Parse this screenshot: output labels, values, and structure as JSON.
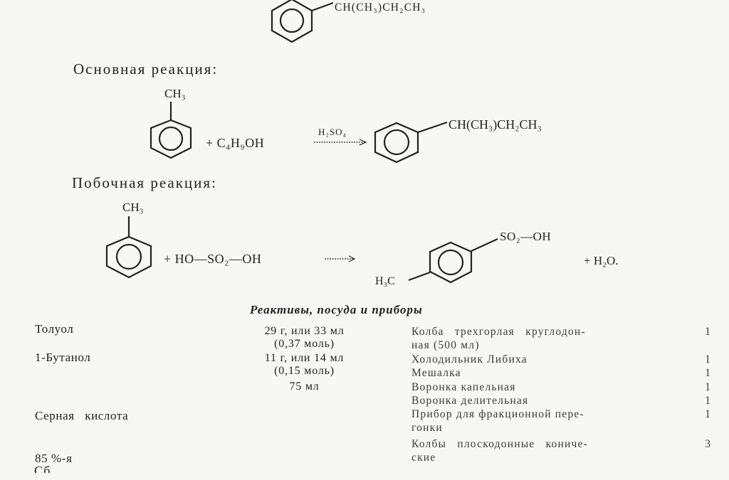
{
  "top_product": {
    "substituent": "CH(CH₃)CH₂CH₃"
  },
  "main_reaction": {
    "heading": "Основная реакция:",
    "reactant_methyl": "CH₃",
    "reagent": "+ C₄H₉OH",
    "catalyst": "H₂SO₄",
    "product_substituent": "CH(CH₃)CH₂CH₃"
  },
  "side_reaction": {
    "heading": "Побочная реакция:",
    "reactant_methyl": "CH₃",
    "reagent": "+ HO—SO₂—OH",
    "product_sulfo": "SO₂—OH",
    "product_methyl": "H₃C",
    "byproduct": "+ H₂O."
  },
  "section_title": "Реактивы, посуда и приборы",
  "reagents": [
    {
      "name": "Толуол",
      "amount_lines": [
        "29 г, или 33 мл",
        "(0,37 моль)"
      ]
    },
    {
      "name": "1-Бутанол",
      "amount_lines": [
        "11 г, или 14 мл",
        "(0,15 моль)"
      ]
    },
    {
      "name_lines": [
        "Серная   кислота",
        "85 %-я"
      ],
      "amount_lines": [
        "75 мл"
      ]
    }
  ],
  "equipment": [
    {
      "lines": [
        "Колба   трехгорлая   круглодон-",
        "ная (500 мл)"
      ],
      "qty": "1"
    },
    {
      "lines": [
        "Холодильник Либиха"
      ],
      "qty": "1"
    },
    {
      "lines": [
        "Мешалка"
      ],
      "qty": "1"
    },
    {
      "lines": [
        "Воронка капельная"
      ],
      "qty": "1"
    },
    {
      "lines": [
        "Воронка делительная"
      ],
      "qty": "1"
    },
    {
      "lines": [
        "Прибор для фракционной пере-",
        "гонки"
      ],
      "qty": "1"
    },
    {
      "lines": [
        "Колбы   плоскодонные   кониче-",
        "ские"
      ],
      "qty": "3"
    }
  ],
  "bottom_fragment": "Сб..."
}
